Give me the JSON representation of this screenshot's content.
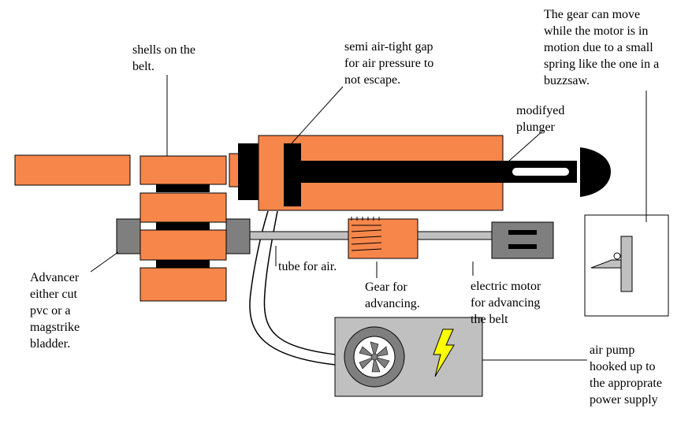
{
  "colors": {
    "orange": "#f7864b",
    "gray": "#7f7f7f",
    "light_gray": "#c0c0c0",
    "black": "#000000",
    "bolt": "#ffff00"
  },
  "labels": {
    "shells": [
      "shells on the",
      "belt."
    ],
    "gap": [
      "semi air-tight gap",
      "for air pressure to",
      "not escape."
    ],
    "gear_note": [
      "The gear can move",
      "while the motor is in",
      "motion due to a small",
      "spring like the one in a",
      "buzzsaw."
    ],
    "plunger": [
      "modifyed",
      "plunger"
    ],
    "advancer": [
      "Advancer",
      "either cut",
      "pvc or a",
      "magstrike",
      "bladder."
    ],
    "tube": [
      "tube for air."
    ],
    "gear": [
      "Gear for",
      "advancing."
    ],
    "motor": [
      "electric motor",
      "for advancing",
      "the belt"
    ],
    "pump": [
      "air pump",
      "hooked up to",
      "the approprate",
      "power supply"
    ]
  },
  "icons": [
    "fan-icon",
    "lightning-bolt-icon"
  ]
}
